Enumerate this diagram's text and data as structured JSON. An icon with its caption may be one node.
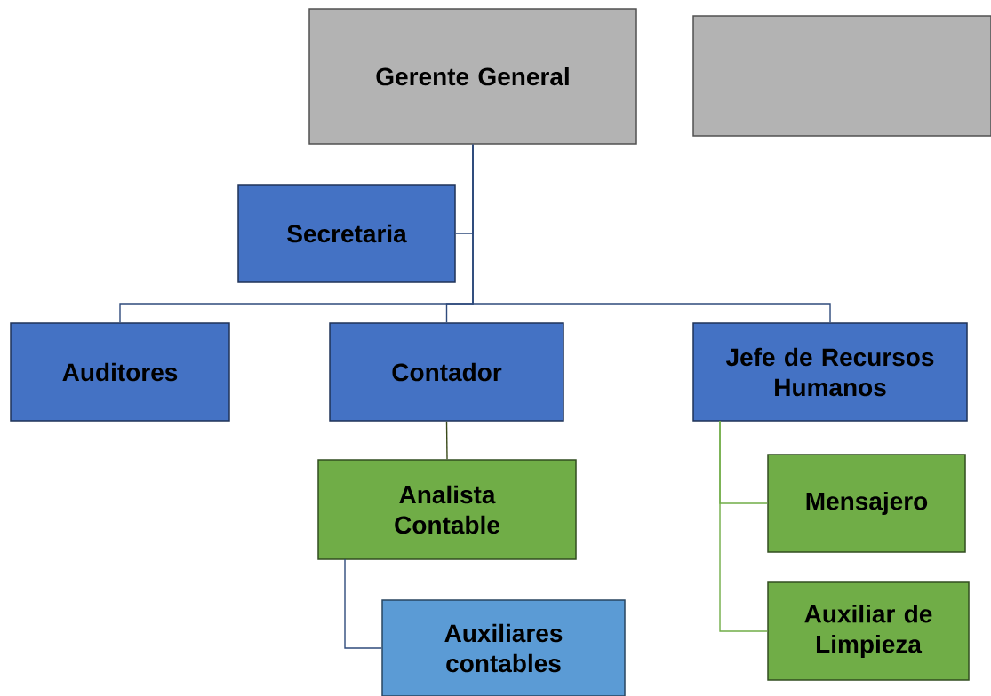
{
  "diagram": {
    "nodes": [
      {
        "text": [
          "Gerente General"
        ]
      },
      {
        "text": [],
        "shape": "box"
      },
      {
        "text": [
          "Secretaria"
        ]
      },
      {
        "text": [
          "Auditores"
        ]
      },
      {
        "text": [
          "Contador"
        ]
      },
      {
        "text": [
          "Jefe de Recursos Humanos"
        ]
      },
      {
        "text": [
          "Analista Contable"
        ]
      },
      {
        "text": [
          "Auxiliares contables"
        ]
      },
      {
        "text": [
          "Mensajero"
        ]
      },
      {
        "text": [
          "Auxiliar de Limpieza"
        ]
      }
    ],
    "edges": [
      {
        "from": 0,
        "to": 2,
        "arrow": "none"
      },
      {
        "from": 0,
        "to": 3,
        "arrow": "none"
      },
      {
        "from": 0,
        "to": 4,
        "arrow": "none"
      },
      {
        "from": 0,
        "to": 5,
        "arrow": "none"
      },
      {
        "from": 4,
        "to": 6,
        "arrow": "none",
        "color": "#3a4a1a"
      },
      {
        "from": 6,
        "to": 7,
        "arrow": "none"
      },
      {
        "from": 5,
        "to": 8,
        "arrow": "none",
        "color": "#70ad47"
      },
      {
        "from": 5,
        "to": 9,
        "arrow": "none",
        "color": "#70ad47"
      }
    ]
  }
}
